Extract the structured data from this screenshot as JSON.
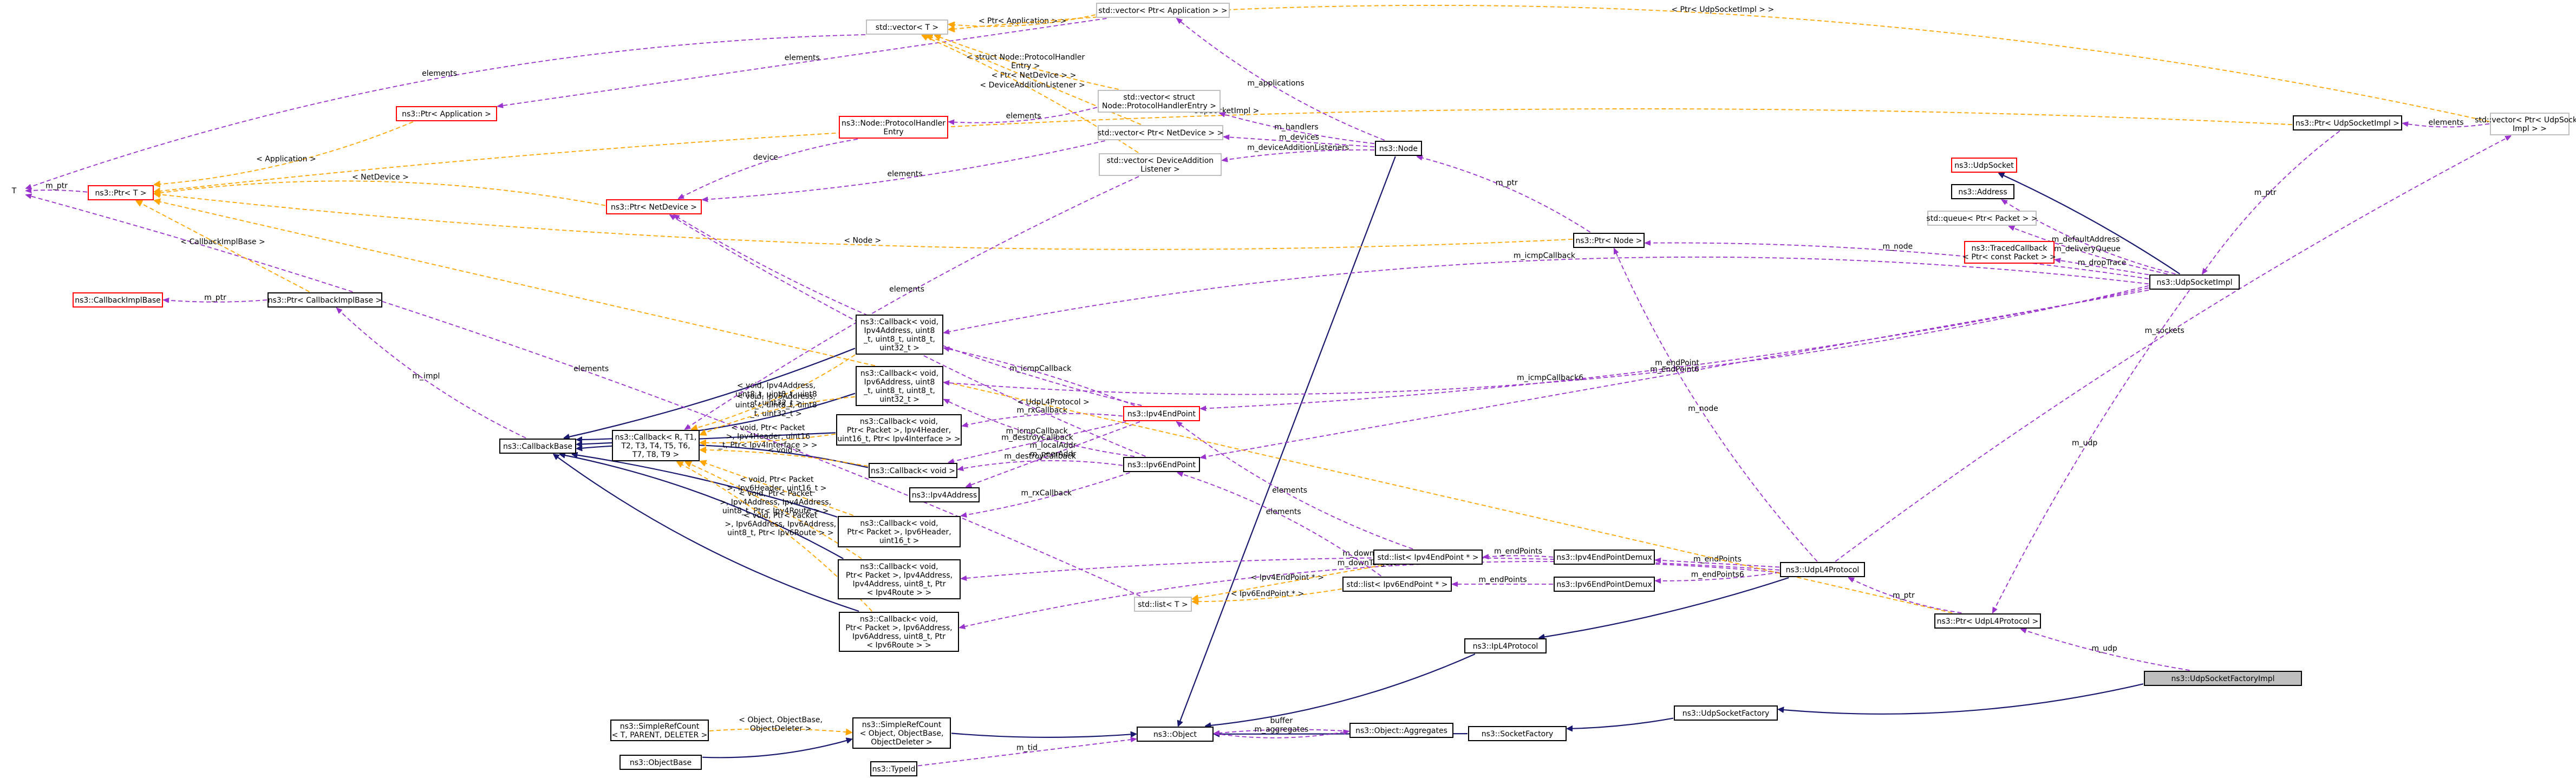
{
  "diagram": {
    "nodes": [
      {
        "id": "udpfactoryimpl",
        "label": [
          "ns3::UdpSocketFactoryImpl"
        ],
        "style": "focus"
      },
      {
        "id": "udpfactory",
        "label": [
          "ns3::UdpSocketFactory"
        ],
        "style": "black"
      },
      {
        "id": "socketfactory",
        "label": [
          "ns3::SocketFactory"
        ],
        "style": "black"
      },
      {
        "id": "object",
        "label": [
          "ns3::Object"
        ],
        "style": "black"
      },
      {
        "id": "simplerefcount",
        "label": [
          "ns3::SimpleRefCount",
          "< Object, ObjectBase,",
          "ObjectDeleter >"
        ],
        "style": "black"
      },
      {
        "id": "simplerefcount_t",
        "label": [
          "ns3::SimpleRefCount",
          "< T, PARENT, DELETER >"
        ],
        "style": "black"
      },
      {
        "id": "objectbase",
        "label": [
          "ns3::ObjectBase"
        ],
        "style": "black"
      },
      {
        "id": "typeid",
        "label": [
          "ns3::TypeId"
        ],
        "style": "black"
      },
      {
        "id": "aggregates",
        "label": [
          "ns3::Object::Aggregates"
        ],
        "style": "black"
      },
      {
        "id": "ptr_udpl4",
        "label": [
          "ns3::Ptr< UdpL4Protocol >"
        ],
        "style": "black"
      },
      {
        "id": "udpl4",
        "label": [
          "ns3::UdpL4Protocol"
        ],
        "style": "black"
      },
      {
        "id": "ipl4",
        "label": [
          "ns3::IpL4Protocol"
        ],
        "style": "black"
      },
      {
        "id": "ipv6demux",
        "label": [
          "ns3::Ipv6EndPointDemux"
        ],
        "style": "black"
      },
      {
        "id": "ipv4demux",
        "label": [
          "ns3::Ipv4EndPointDemux"
        ],
        "style": "black"
      },
      {
        "id": "list_ipv6",
        "label": [
          "std::list< Ipv6EndPoint * >"
        ],
        "style": "black"
      },
      {
        "id": "list_ipv4",
        "label": [
          "std::list< Ipv4EndPoint * >"
        ],
        "style": "black"
      },
      {
        "id": "list_t",
        "label": [
          "std::list< T >"
        ],
        "style": "gray"
      },
      {
        "id": "ipv6endpoint",
        "label": [
          "ns3::Ipv6EndPoint"
        ],
        "style": "black"
      },
      {
        "id": "ipv4endpoint",
        "label": [
          "ns3::Ipv4EndPoint"
        ],
        "style": "red"
      },
      {
        "id": "ipv4address",
        "label": [
          "ns3::Ipv4Address"
        ],
        "style": "black"
      },
      {
        "id": "cb_void",
        "label": [
          "ns3::Callback< void >"
        ],
        "style": "black"
      },
      {
        "id": "cb_icmp6",
        "label": [
          "ns3::Callback< void,",
          "Ipv6Address, uint8",
          "_t, uint8_t, uint8_t,",
          "uint32_t >"
        ],
        "style": "black"
      },
      {
        "id": "cb_icmp4",
        "label": [
          "ns3::Callback< void,",
          "Ipv4Address, uint8",
          "_t, uint8_t, uint8_t,",
          "uint32_t >"
        ],
        "style": "black"
      },
      {
        "id": "cb_rx4",
        "label": [
          "ns3::Callback< void,",
          "Ptr< Packet >, Ipv4Header,",
          "uint16_t, Ptr< Ipv4Interface > >"
        ],
        "style": "black"
      },
      {
        "id": "cb_rx6",
        "label": [
          "ns3::Callback< void,",
          "Ptr< Packet >, Ipv6Header,",
          "uint16_t >"
        ],
        "style": "black"
      },
      {
        "id": "cb_down4",
        "label": [
          "ns3::Callback< void,",
          "Ptr< Packet >, Ipv4Address,",
          "Ipv4Address, uint8_t, Ptr",
          "< Ipv4Route > >"
        ],
        "style": "black"
      },
      {
        "id": "cb_down6",
        "label": [
          "ns3::Callback< void,",
          "Ptr< Packet >, Ipv6Address,",
          "Ipv6Address, uint8_t, Ptr",
          "< Ipv6Route > >"
        ],
        "style": "black"
      },
      {
        "id": "cb_template",
        "label": [
          "ns3::Callback< R, T1,",
          "T2, T3, T4, T5, T6,",
          "T7, T8, T9 >"
        ],
        "style": "black"
      },
      {
        "id": "callbackbase",
        "label": [
          "ns3::CallbackBase"
        ],
        "style": "black"
      },
      {
        "id": "ptr_cbimplbase",
        "label": [
          "ns3::Ptr< CallbackImplBase >"
        ],
        "style": "black"
      },
      {
        "id": "cbimplbase",
        "label": [
          "ns3::CallbackImplBase"
        ],
        "style": "red"
      },
      {
        "id": "ptr_t",
        "label": [
          "ns3::Ptr< T >"
        ],
        "style": "red"
      },
      {
        "id": "t",
        "label": [
          "T"
        ],
        "style": "none"
      },
      {
        "id": "ptr_netdevice",
        "label": [
          "ns3::Ptr< NetDevice >"
        ],
        "style": "red"
      },
      {
        "id": "ptr_application",
        "label": [
          "ns3::Ptr< Application >"
        ],
        "style": "red"
      },
      {
        "id": "protocolhandler",
        "label": [
          "ns3::Node::ProtocolHandler",
          "Entry"
        ],
        "style": "red"
      },
      {
        "id": "vector_t",
        "label": [
          "std::vector< T >"
        ],
        "style": "gray"
      },
      {
        "id": "vec_app",
        "label": [
          "std::vector< Ptr< Application > >"
        ],
        "style": "gray"
      },
      {
        "id": "vec_protocol",
        "label": [
          "std::vector< struct",
          "Node::ProtocolHandlerEntry >"
        ],
        "style": "gray"
      },
      {
        "id": "vec_netdevice",
        "label": [
          "std::vector< Ptr< NetDevice > >"
        ],
        "style": "gray"
      },
      {
        "id": "vec_devlistener",
        "label": [
          "std::vector< DeviceAddition",
          "Listener >"
        ],
        "style": "gray"
      },
      {
        "id": "node",
        "label": [
          "ns3::Node"
        ],
        "style": "black"
      },
      {
        "id": "ptr_node",
        "label": [
          "ns3::Ptr< Node >"
        ],
        "style": "black"
      },
      {
        "id": "udpsocketimpl",
        "label": [
          "ns3::UdpSocketImpl"
        ],
        "style": "black"
      },
      {
        "id": "udpsocket",
        "label": [
          "ns3::UdpSocket"
        ],
        "style": "red"
      },
      {
        "id": "address",
        "label": [
          "ns3::Address"
        ],
        "style": "black"
      },
      {
        "id": "queue",
        "label": [
          "std::queue< Ptr< Packet > >"
        ],
        "style": "gray"
      },
      {
        "id": "tracedcb",
        "label": [
          "ns3::TracedCallback",
          "< Ptr< const Packet > >"
        ],
        "style": "red"
      },
      {
        "id": "ptr_udpsocketimpl",
        "label": [
          "ns3::Ptr< UdpSocketImpl >"
        ],
        "style": "black"
      },
      {
        "id": "vec_udpsocketimpl",
        "label": [
          "std::vector< Ptr< UdpSocket",
          "Impl > >"
        ],
        "style": "gray"
      }
    ],
    "edges": [
      {
        "from": "udpfactoryimpl",
        "to": "udpfactory",
        "kind": "inherit",
        "label": ""
      },
      {
        "from": "udpfactory",
        "to": "socketfactory",
        "kind": "inherit",
        "label": ""
      },
      {
        "from": "socketfactory",
        "to": "object",
        "kind": "inherit",
        "label": ""
      },
      {
        "from": "simplerefcount",
        "to": "object",
        "kind": "inherit",
        "label": ""
      },
      {
        "from": "objectbase",
        "to": "simplerefcount",
        "kind": "inherit",
        "label": ""
      },
      {
        "from": "ipl4",
        "to": "object",
        "kind": "inherit",
        "label": ""
      },
      {
        "from": "udpl4",
        "to": "ipl4",
        "kind": "inherit",
        "label": ""
      },
      {
        "from": "node",
        "to": "object",
        "kind": "inherit",
        "label": ""
      },
      {
        "from": "udpsocketimpl",
        "to": "udpsocket",
        "kind": "inherit",
        "label": ""
      },
      {
        "from": "cb_void",
        "to": "callbackbase",
        "kind": "inherit",
        "label": ""
      },
      {
        "from": "cb_icmp6",
        "to": "callbackbase",
        "kind": "inherit",
        "label": ""
      },
      {
        "from": "cb_icmp4",
        "to": "callbackbase",
        "kind": "inherit",
        "label": ""
      },
      {
        "from": "cb_rx4",
        "to": "callbackbase",
        "kind": "inherit",
        "label": ""
      },
      {
        "from": "cb_rx6",
        "to": "callbackbase",
        "kind": "inherit",
        "label": ""
      },
      {
        "from": "cb_down4",
        "to": "callbackbase",
        "kind": "inherit",
        "label": ""
      },
      {
        "from": "cb_down6",
        "to": "callbackbase",
        "kind": "inherit",
        "label": ""
      },
      {
        "from": "udpfactoryimpl",
        "to": "ptr_udpl4",
        "kind": "use",
        "label": "m_udp"
      },
      {
        "from": "typeid",
        "to": "object",
        "kind": "use",
        "label": "m_tid"
      },
      {
        "from": "aggregates",
        "to": "object",
        "kind": "use",
        "label": "buffer\nm_aggregates"
      },
      {
        "from": "object",
        "to": "aggregates",
        "kind": "use",
        "label": ""
      },
      {
        "from": "ptr_udpl4",
        "to": "udpl4",
        "kind": "use",
        "label": "m_ptr"
      },
      {
        "from": "udpl4",
        "to": "ipv6demux",
        "kind": "use",
        "label": "m_endPoints6"
      },
      {
        "from": "udpl4",
        "to": "ipv4demux",
        "kind": "use",
        "label": "m_endPoints"
      },
      {
        "from": "udpl4",
        "to": "cb_down4",
        "kind": "use",
        "label": "m_downTarget"
      },
      {
        "from": "udpl4",
        "to": "cb_down6",
        "kind": "use",
        "label": "m_downTarget6"
      },
      {
        "from": "udpl4",
        "to": "ptr_node",
        "kind": "use",
        "label": "m_node"
      },
      {
        "from": "udpl4",
        "to": "vec_udpsocketimpl",
        "kind": "use",
        "label": "m_sockets"
      },
      {
        "from": "ipv6demux",
        "to": "list_ipv6",
        "kind": "use",
        "label": "m_endPoints"
      },
      {
        "from": "ipv4demux",
        "to": "list_ipv4",
        "kind": "use",
        "label": "m_endPoints"
      },
      {
        "from": "list_ipv6",
        "to": "ipv6endpoint",
        "kind": "use",
        "label": "elements"
      },
      {
        "from": "list_ipv4",
        "to": "ipv4endpoint",
        "kind": "use",
        "label": "elements"
      },
      {
        "from": "list_ipv6",
        "to": "list_t",
        "kind": "template",
        "label": "< Ipv6EndPoint * >"
      },
      {
        "from": "list_ipv4",
        "to": "list_t",
        "kind": "template",
        "label": "< Ipv4EndPoint * >"
      },
      {
        "from": "list_t",
        "to": "t",
        "kind": "use",
        "label": "elements"
      },
      {
        "from": "ipv6endpoint",
        "to": "cb_void",
        "kind": "use",
        "label": "m_destroyCallback"
      },
      {
        "from": "ipv6endpoint",
        "to": "cb_icmp6",
        "kind": "use",
        "label": "m_icmpCallback"
      },
      {
        "from": "ipv6endpoint",
        "to": "cb_rx6",
        "kind": "use",
        "label": "m_rxCallback"
      },
      {
        "from": "ipv4endpoint",
        "to": "cb_void",
        "kind": "use",
        "label": "m_destroyCallback"
      },
      {
        "from": "ipv4endpoint",
        "to": "cb_icmp4",
        "kind": "use",
        "label": "m_icmpCallback"
      },
      {
        "from": "ipv4endpoint",
        "to": "cb_rx4",
        "kind": "use",
        "label": "m_rxCallback"
      },
      {
        "from": "ipv4endpoint",
        "to": "ptr_netdevice",
        "kind": "use",
        "label": "m_boundnetdevice"
      },
      {
        "from": "ipv6endpoint",
        "to": "ptr_netdevice",
        "kind": "use",
        "label": "m_boundnetdevice"
      },
      {
        "from": "ipv4endpoint",
        "to": "ipv4address",
        "kind": "use",
        "label": "m_localAddr\nm_peerAddr"
      },
      {
        "from": "cb_void",
        "to": "cb_template",
        "kind": "template",
        "label": "< void >"
      },
      {
        "from": "cb_icmp6",
        "to": "cb_template",
        "kind": "template",
        "label": "< void, Ipv6Address,\nuint8_t, uint8_t, uint8\n_t, uint32_t >"
      },
      {
        "from": "cb_icmp4",
        "to": "cb_template",
        "kind": "template",
        "label": "< void, Ipv4Address,\nuint8_t, uint8_t, uint8\n_t, uint32_t >"
      },
      {
        "from": "cb_rx4",
        "to": "cb_template",
        "kind": "template",
        "label": "< void, Ptr< Packet\n>, Ipv4Header, uint16\n_t, Ptr< Ipv4Interface > >"
      },
      {
        "from": "cb_rx6",
        "to": "cb_template",
        "kind": "template",
        "label": "< void, Ptr< Packet\n>, Ipv6Header, uint16_t >"
      },
      {
        "from": "cb_down4",
        "to": "cb_template",
        "kind": "template",
        "label": "< void, Ptr< Packet\n>, Ipv4Address, Ipv4Address,\nuint8_t, Ptr< Ipv4Route > >"
      },
      {
        "from": "cb_down6",
        "to": "cb_template",
        "kind": "template",
        "label": "< void, Ptr< Packet\n>, Ipv6Address, Ipv6Address,\nuint8_t, Ptr< Ipv6Route > >"
      },
      {
        "from": "callbackbase",
        "to": "ptr_cbimplbase",
        "kind": "use",
        "label": "m_impl"
      },
      {
        "from": "ptr_cbimplbase",
        "to": "cbimplbase",
        "kind": "use",
        "label": "m_ptr"
      },
      {
        "from": "ptr_cbimplbase",
        "to": "ptr_t",
        "kind": "template",
        "label": "< CallbackImplBase >"
      },
      {
        "from": "ptr_t",
        "to": "t",
        "kind": "use",
        "label": "m_ptr"
      },
      {
        "from": "ptr_netdevice",
        "to": "ptr_t",
        "kind": "template",
        "label": "< NetDevice >"
      },
      {
        "from": "ptr_application",
        "to": "ptr_t",
        "kind": "template",
        "label": "< Application >"
      },
      {
        "from": "ptr_node",
        "to": "ptr_t",
        "kind": "template",
        "label": "< Node >"
      },
      {
        "from": "ptr_udpl4",
        "to": "ptr_t",
        "kind": "template",
        "label": "< UdpL4Protocol >"
      },
      {
        "from": "ptr_udpsocketimpl",
        "to": "ptr_t",
        "kind": "template",
        "label": "< UdpSocketImpl >"
      },
      {
        "from": "protocolhandler",
        "to": "ptr_netdevice",
        "kind": "use",
        "label": "device"
      },
      {
        "from": "vec_protocol",
        "to": "protocolhandler",
        "kind": "use",
        "label": "elements"
      },
      {
        "from": "vec_netdevice",
        "to": "ptr_netdevice",
        "kind": "use",
        "label": "elements"
      },
      {
        "from": "vec_app",
        "to": "ptr_application",
        "kind": "use",
        "label": "elements"
      },
      {
        "from": "vec_devlistener",
        "to": "cb_template",
        "kind": "use",
        "label": "elements"
      },
      {
        "from": "vector_t",
        "to": "t",
        "kind": "use",
        "label": "elements"
      },
      {
        "from": "vec_app",
        "to": "vector_t",
        "kind": "template",
        "label": "< Ptr< Application > >"
      },
      {
        "from": "vec_protocol",
        "to": "vector_t",
        "kind": "template",
        "label": "< struct Node::ProtocolHandler\nEntry >"
      },
      {
        "from": "vec_netdevice",
        "to": "vector_t",
        "kind": "template",
        "label": "< Ptr< NetDevice > >"
      },
      {
        "from": "vec_devlistener",
        "to": "vector_t",
        "kind": "template",
        "label": "< DeviceAdditionListener >"
      },
      {
        "from": "vec_udpsocketimpl",
        "to": "vector_t",
        "kind": "template",
        "label": "< Ptr< UdpSocketImpl > >"
      },
      {
        "from": "node",
        "to": "vec_app",
        "kind": "use",
        "label": "m_applications"
      },
      {
        "from": "node",
        "to": "vec_protocol",
        "kind": "use",
        "label": "m_handlers"
      },
      {
        "from": "node",
        "to": "vec_netdevice",
        "kind": "use",
        "label": "m_devices"
      },
      {
        "from": "node",
        "to": "vec_devlistener",
        "kind": "use",
        "label": "m_deviceAdditionListeners"
      },
      {
        "from": "ptr_node",
        "to": "node",
        "kind": "use",
        "label": "m_ptr"
      },
      {
        "from": "udpsocketimpl",
        "to": "address",
        "kind": "use",
        "label": "m_defaultAddress"
      },
      {
        "from": "udpsocketimpl",
        "to": "queue",
        "kind": "use",
        "label": "m_deliveryQueue"
      },
      {
        "from": "udpsocketimpl",
        "to": "tracedcb",
        "kind": "use",
        "label": "m_dropTrace"
      },
      {
        "from": "udpsocketimpl",
        "to": "ptr_node",
        "kind": "use",
        "label": "m_node"
      },
      {
        "from": "udpsocketimpl",
        "to": "cb_icmp4",
        "kind": "use",
        "label": "m_icmpCallback"
      },
      {
        "from": "udpsocketimpl",
        "to": "cb_icmp6",
        "kind": "use",
        "label": "m_icmpCallback6"
      },
      {
        "from": "udpsocketimpl",
        "to": "ipv4endpoint",
        "kind": "use",
        "label": "m_endPoint"
      },
      {
        "from": "udpsocketimpl",
        "to": "ipv6endpoint",
        "kind": "use",
        "label": "m_endPoint6"
      },
      {
        "from": "udpsocketimpl",
        "to": "ptr_udpl4",
        "kind": "use",
        "label": "m_udp"
      },
      {
        "from": "ptr_udpsocketimpl",
        "to": "udpsocketimpl",
        "kind": "use",
        "label": "m_ptr"
      },
      {
        "from": "vec_udpsocketimpl",
        "to": "ptr_udpsocketimpl",
        "kind": "use",
        "label": "elements"
      },
      {
        "from": "simplerefcount_t",
        "to": "simplerefcount",
        "kind": "template",
        "label": "< Object, ObjectBase,\nObjectDeleter >"
      }
    ],
    "colors": {
      "inheritance": "#191970",
      "usage": "#9a32cd",
      "template": "#ffa500",
      "focus_fill": "#bfbfbf"
    }
  }
}
